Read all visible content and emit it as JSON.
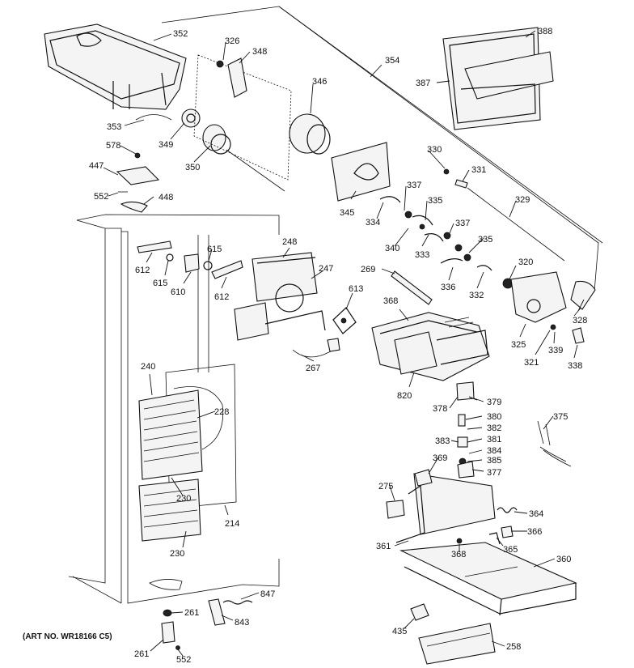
{
  "diagram": {
    "art_number": "(ART NO. WR18166 C5)",
    "labels": {
      "p352": "352",
      "p326": "326",
      "p348": "348",
      "p346": "346",
      "p354": "354",
      "p388": "388",
      "p387": "387",
      "p353": "353",
      "p349": "349",
      "p350": "350",
      "p578": "578",
      "p447": "447",
      "p552a": "552",
      "p448": "448",
      "p330": "330",
      "p331": "331",
      "p329": "329",
      "p337a": "337",
      "p335a": "335",
      "p345": "345",
      "p334": "334",
      "p340": "340",
      "p333": "333",
      "p337b": "337",
      "p335b": "335",
      "p248": "248",
      "p615a": "615",
      "p612a": "612",
      "p615b": "615",
      "p610": "610",
      "p612b": "612",
      "p247": "247",
      "p269": "269",
      "p320": "320",
      "p336": "336",
      "p332": "332",
      "p613": "613",
      "p368a": "368",
      "p328": "328",
      "p325": "325",
      "p321": "321",
      "p339": "339",
      "p338": "338",
      "p267": "267",
      "p240": "240",
      "p820": "820",
      "p228": "228",
      "p378": "378",
      "p379": "379",
      "p380": "380",
      "p382": "382",
      "p375": "375",
      "p381": "381",
      "p383": "383",
      "p384": "384",
      "p385": "385",
      "p369": "369",
      "p377": "377",
      "p230a": "230",
      "p275": "275",
      "p214": "214",
      "p364": "364",
      "p366": "366",
      "p230b": "230",
      "p361": "361",
      "p368b": "368",
      "p365": "365",
      "p360": "360",
      "p847": "847",
      "p261a": "261",
      "p843": "843",
      "p435": "435",
      "p258": "258",
      "p261b": "261",
      "p552b": "552"
    }
  }
}
